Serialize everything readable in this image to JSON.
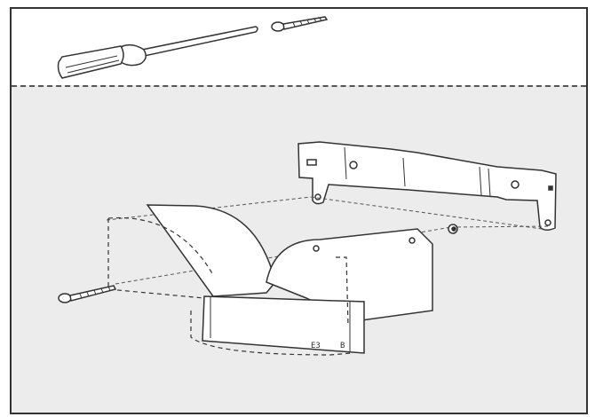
{
  "diagram": {
    "type": "assembly-instruction-illustration",
    "panels": [
      {
        "id": "tools",
        "contents": [
          "screwdriver",
          "screw"
        ]
      },
      {
        "id": "assembly",
        "contents": [
          "mounting-bracket",
          "duct-adapter-housing",
          "screw",
          "alignment-guide-lines"
        ]
      }
    ],
    "labels": {
      "part_label_1": "E3",
      "part_label_2": "B"
    },
    "colors": {
      "frame": "#333333",
      "tools_bg": "#ffffff",
      "assembly_bg": "#ececec",
      "line": "#333333",
      "part_fill": "#ffffff"
    }
  }
}
